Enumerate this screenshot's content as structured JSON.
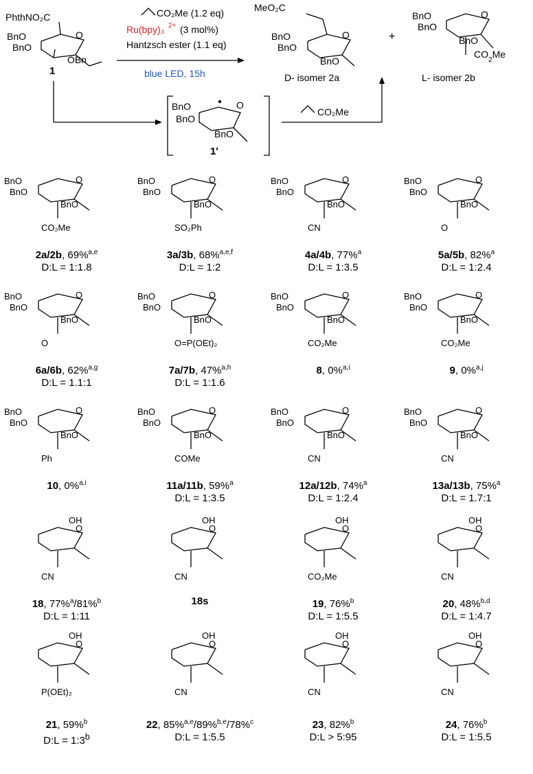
{
  "scheme": {
    "sm_label": "1",
    "sm_sub_top": "PhthNO₂C",
    "reagent_1": "CO₂Me (1.2 eq)",
    "catalyst": "Ru(bpy)₃",
    "catalyst_charge": "2+",
    "catalyst_load": "(3 mol%)",
    "reagent_2": "Hantzsch ester (1.1 eq)",
    "conditions": "blue LED, 15h",
    "radical_label": "1'",
    "radical_reagent": "CO₂Me",
    "product_D_label": "D- isomer 2a",
    "product_L_label": "L- isomer 2b",
    "product_D_sub": "MeO₂C",
    "plus": "+"
  },
  "rows": [
    [
      {
        "cpd": "2a/2b",
        "yield": "69%",
        "sup": "a,e",
        "dl": "D:L = 1:1.8",
        "sub": "CO₂Me"
      },
      {
        "cpd": "3a/3b",
        "yield": "68%",
        "sup": "a,e,f",
        "dl": "D:L = 1:2",
        "sub": "SO₂Ph"
      },
      {
        "cpd": "4a/4b",
        "yield": "77%",
        "sup": "a",
        "dl": "D:L = 1:3.5",
        "sub": "CN"
      },
      {
        "cpd": "5a/5b",
        "yield": "82%",
        "sup": "a",
        "dl": "D:L = 1:2.4",
        "sub": "O"
      }
    ],
    [
      {
        "cpd": "6a/6b",
        "yield": "62%",
        "sup": "a,g",
        "dl": "D:L = 1.1:1",
        "sub": "O"
      },
      {
        "cpd": "7a/7b",
        "yield": "47%",
        "sup": "a,h",
        "dl": "D:L = 1:1.6",
        "sub": "O=P(OEt)₂"
      },
      {
        "cpd": "8",
        "yield": "0%",
        "sup": "a,i",
        "dl": "",
        "sub": "CO₂Me"
      },
      {
        "cpd": "9",
        "yield": "0%",
        "sup": "a,j",
        "dl": "",
        "sub": "CO₂Me"
      }
    ],
    [
      {
        "cpd": "10",
        "yield": "0%",
        "sup": "a,i",
        "dl": "",
        "sub": "Ph"
      },
      {
        "cpd": "11a/11b",
        "yield": "59%",
        "sup": "a",
        "dl": "D:L = 1:3.5",
        "sub": "COMe"
      },
      {
        "cpd": "12a/12b",
        "yield": "74%",
        "sup": "a",
        "dl": "D:L = 1:2.4",
        "sub": "CN"
      },
      {
        "cpd": "13a/13b",
        "yield": "75%",
        "sup": "a",
        "dl": "D:L = 1.7:1",
        "sub": "CN"
      }
    ],
    [
      {
        "cpd": "18",
        "yield": "77%",
        "sup": "a",
        "extra": "/81%",
        "sup2": "b",
        "dl": "D:L = 1:11",
        "sub": "CN"
      },
      {
        "cpd": "18s",
        "yield": "",
        "sup": "",
        "dl": "",
        "sub": "CN"
      },
      {
        "cpd": "19",
        "yield": "76%",
        "sup": "b",
        "dl": "D:L = 1:5.5",
        "sub": "CO₂Me"
      },
      {
        "cpd": "20",
        "yield": "48%",
        "sup": "b,d",
        "dl": "D:L = 1:4.7",
        "sub": "CN"
      }
    ],
    [
      {
        "cpd": "21",
        "yield": "59%",
        "sup": "b",
        "dl": "D:L = 1:3",
        "dlsup": "b",
        "sub": "P(OEt)₂"
      },
      {
        "cpd": "22",
        "yield": "85%",
        "sup": "a,e",
        "extra": "/89%",
        "sup2": "b,e",
        "extra2": "/78%",
        "sup3": "c",
        "dl": "D:L = 1:5.5",
        "sub": "CN"
      },
      {
        "cpd": "23",
        "yield": "82%",
        "sup": "b",
        "dl": "D:L > 5:95",
        "sub": "CN"
      },
      {
        "cpd": "24",
        "yield": "76%",
        "sup": "b",
        "dl": "D:L = 1:5.5",
        "sub": "CN"
      }
    ]
  ],
  "colors": {
    "catalyst": "#e02020",
    "conditions": "#2255cc"
  }
}
